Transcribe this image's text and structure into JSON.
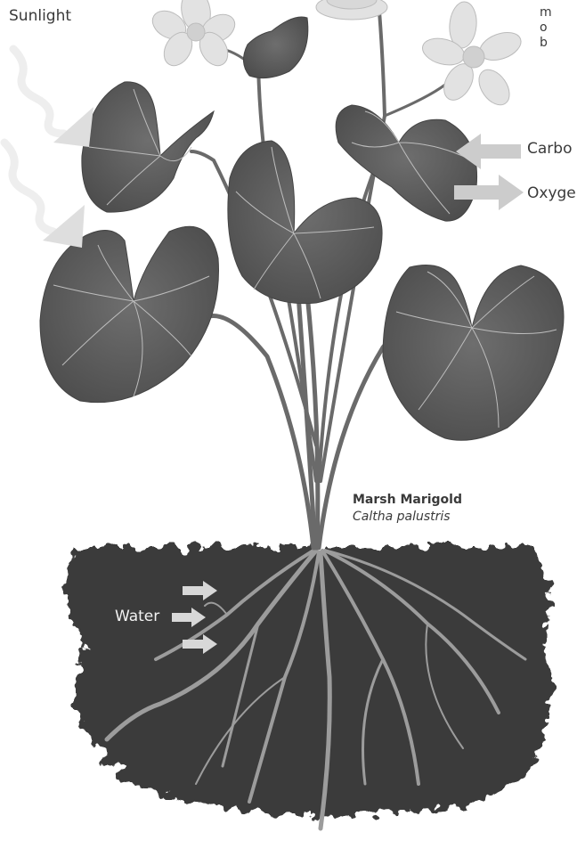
{
  "labels": {
    "sunlight": "Sunlight",
    "top_right_fragment": "m\no\nb",
    "carbon": "Carbo",
    "oxygen": "Oxyge",
    "water": "Water",
    "plant_common_name": "Marsh Marigold",
    "plant_scientific_name": "Caltha palustris"
  },
  "colors": {
    "soil": "#3a3a3a",
    "leaf": "#5e5e5e",
    "stem": "#6a6a6a",
    "root": "#9c9c9c",
    "petal": "#e2e2e2",
    "arrow": "#cccccc",
    "text": "#3a3a3a"
  },
  "icons": {
    "sunlight_arrows": "wavy-arrow-icon",
    "gas_arrows": "block-arrow-icon",
    "water_arrows": "right-arrow-icon"
  }
}
